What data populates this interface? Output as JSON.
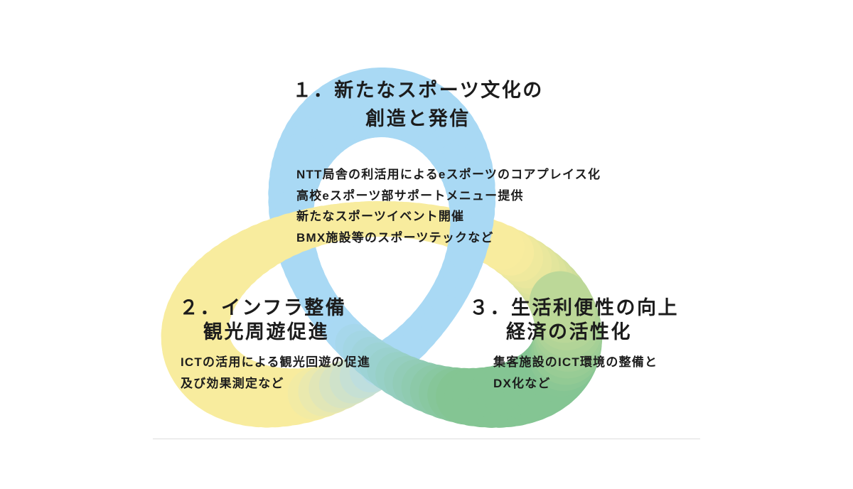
{
  "diagram": {
    "type": "trefoil-knot",
    "colors": {
      "blue": "#A9D9F4",
      "yellow": "#F8EC9E",
      "green": "#84C593",
      "text": "#1C1C1C",
      "divider": "#DDDDDD"
    }
  },
  "sections": [
    {
      "number": "1",
      "title_line1": "１．新たなスポーツ文化の",
      "title_line2": "創造と発信",
      "bullets": [
        "NTT局舎の利活用によるeスポーツのコアプレイス化",
        "高校eスポーツ部サポートメニュー提供",
        "新たなスポーツイベント開催",
        "BMX施設等のスポーツテックなど"
      ]
    },
    {
      "number": "2",
      "title_line1": "２．インフラ整備",
      "title_line2": "観光周遊促進",
      "bullets": [
        "ICTの活用による観光回遊の促進",
        "及び効果測定など"
      ]
    },
    {
      "number": "3",
      "title_line1": "３．生活利便性の向上",
      "title_line2": "経済の活性化",
      "bullets": [
        "集客施設のICT環境の整備と",
        "DX化など"
      ]
    }
  ]
}
